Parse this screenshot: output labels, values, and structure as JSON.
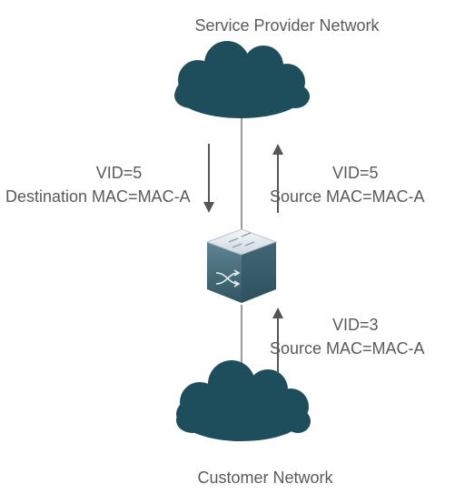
{
  "top_network": {
    "label": "Service Provider Network",
    "icon": "cloud-icon"
  },
  "bottom_network": {
    "label": "Customer Network",
    "icon": "cloud-icon"
  },
  "device": {
    "icon": "switch-icon"
  },
  "downstream_frame": {
    "vid": "VID=5",
    "mac": "Destination MAC=MAC-A"
  },
  "upstream_frame_top": {
    "vid": "VID=5",
    "mac": "Source MAC=MAC-A"
  },
  "upstream_frame_bottom": {
    "vid": "VID=3",
    "mac": "Source MAC=MAC-A"
  },
  "colors": {
    "cloud": "#1e4e5c",
    "line": "#9a9a9a",
    "arrow": "#555555",
    "text": "#5a5a5a",
    "switch_top": "#e9eef1",
    "switch_body": "#3f6878"
  }
}
